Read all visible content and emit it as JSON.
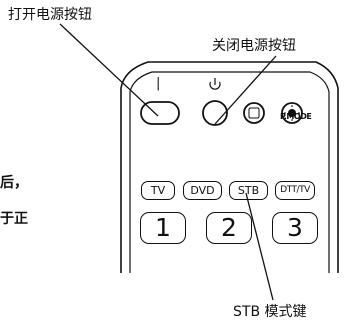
{
  "callouts": {
    "power_on": "打开电源按钮",
    "power_off": "关闭电源按钮",
    "stb_mode": "STB 模式键"
  },
  "side_text": {
    "line1": "后，",
    "line2": "于正"
  },
  "remote": {
    "source_buttons": [
      "TV",
      "DVD",
      "STB",
      "DTT/TV"
    ],
    "number_buttons": [
      "1",
      "2",
      "3"
    ],
    "pmode_label": "P.MODE",
    "power_on_glyph": "|"
  }
}
